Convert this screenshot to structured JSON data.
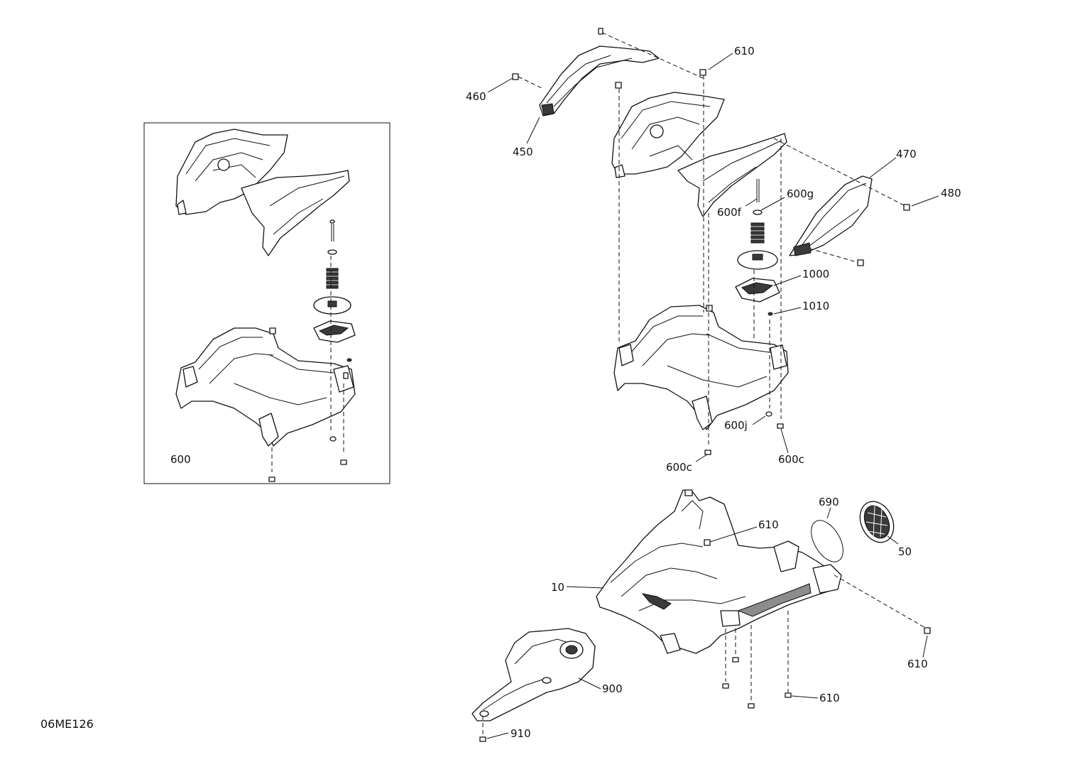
{
  "diagram": {
    "reference_code": "06ME126",
    "callouts": {
      "c460": "460",
      "c450": "450",
      "c610_top": "610",
      "c470": "470",
      "c480": "480",
      "c600g": "600g",
      "c600f": "600f",
      "c1000": "1000",
      "c1010": "1010",
      "c600j": "600j",
      "c600c_left": "600c",
      "c600c_right": "600c",
      "c600_inset": "600",
      "c690": "690",
      "c610_mid": "610",
      "c50": "50",
      "c10": "10",
      "c610_right": "610",
      "c900": "900",
      "c610_bottom": "610",
      "c910": "910"
    }
  }
}
